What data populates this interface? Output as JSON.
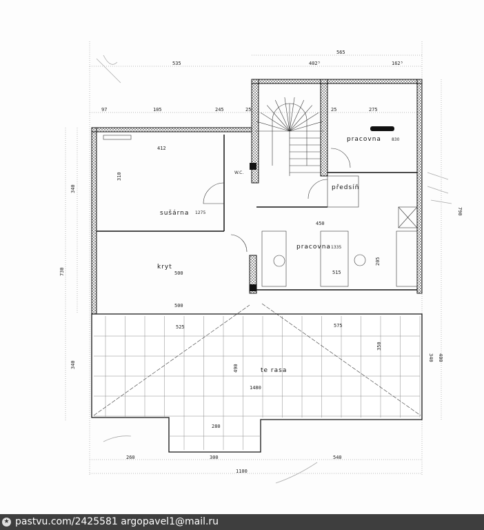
{
  "rooms": {
    "susarna": "sušárna",
    "susarna_area": "1275",
    "wc": "W.C.",
    "kryt": "kryt",
    "pracovna_top": "pracovna",
    "pracovna_top_area": "830",
    "predsin": "předsíň",
    "pracovna_main": "pracovna",
    "pracovna_main_area": "1335",
    "terasa": "te rasa"
  },
  "dimensions": {
    "top_535": "535",
    "top_565": "565",
    "top_4025": "402⁵",
    "top_1625": "162⁵",
    "row_97": "97",
    "row_105": "105",
    "row_245": "245",
    "row_25a": "25",
    "row_25b": "25",
    "row_275": "275",
    "inner_412": "412",
    "inner_310": "310",
    "inner_500": "500",
    "inner_500b": "500",
    "inner_525": "525",
    "inner_450": "450",
    "inner_515": "515",
    "inner_205": "205",
    "inner_490": "490",
    "inner_1480": "1480",
    "inner_350": "350",
    "inner_575": "575",
    "left_340": "340",
    "left_730": "730",
    "left_340b": "340",
    "right_790": "790",
    "right_340": "340",
    "right_400": "400",
    "bottom_260": "260",
    "bottom_300": "300",
    "bottom_540": "540",
    "bottom_1100": "1100",
    "bottom_280": "280"
  },
  "watermark": {
    "text": "pastvu.com/2425581 argopavel1@mail.ru",
    "icon": "star-icon"
  }
}
